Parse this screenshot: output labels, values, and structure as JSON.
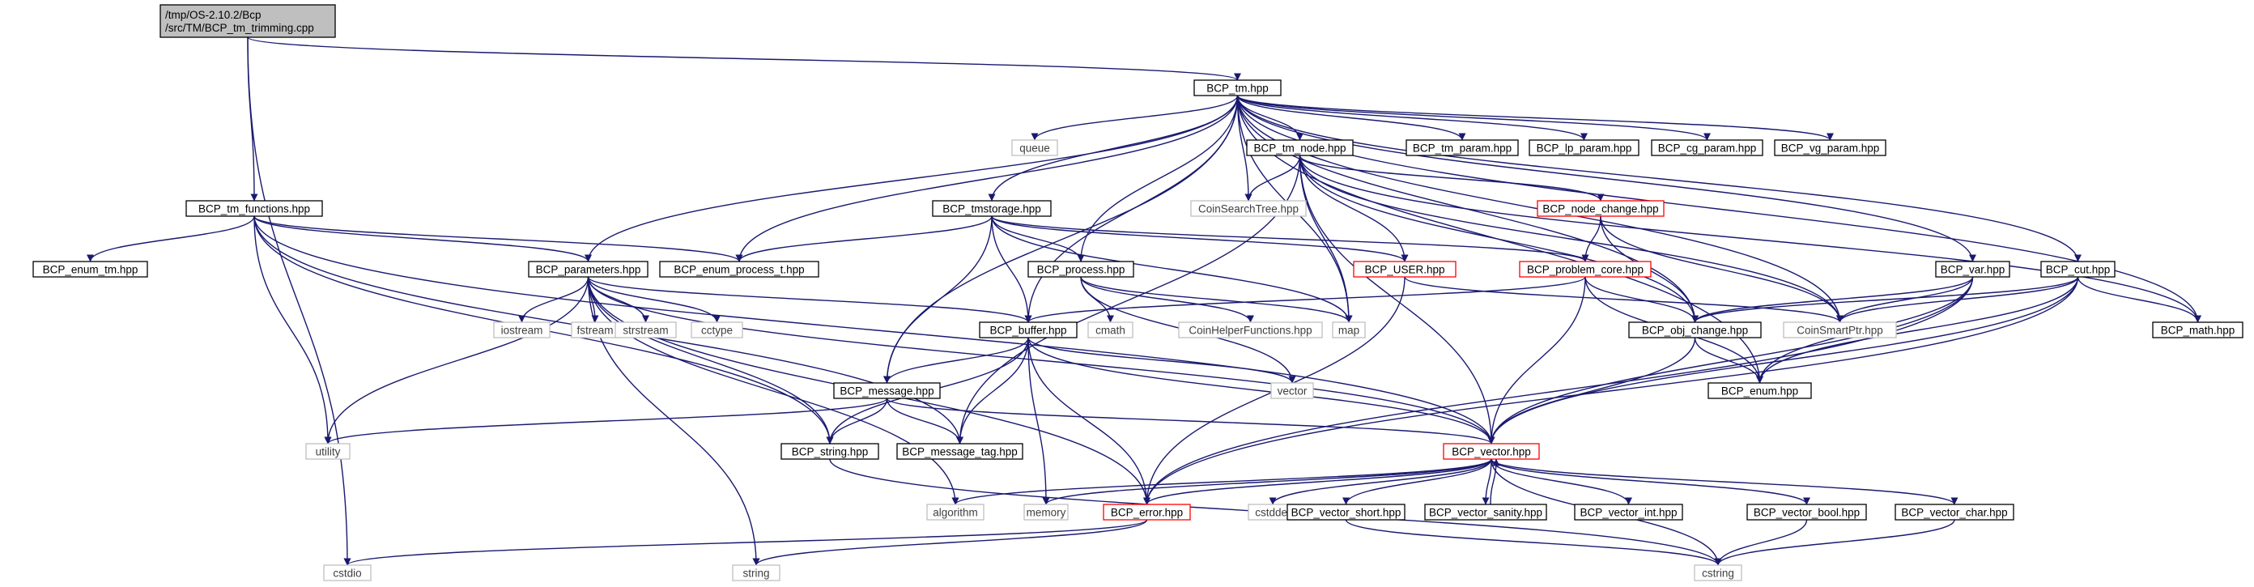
{
  "colors": {
    "edge": "#191970",
    "root_fill": "#bfbfbf",
    "truncated_border": "#ff0000",
    "system_border": "#bfbfbf",
    "node_border": "#000000"
  },
  "nodes": [
    {
      "id": "root",
      "kind": "root",
      "lines": [
        "/tmp/OS-2.10.2/Bcp",
        "/src/TM/BCP_tm_trimming.cpp"
      ]
    },
    {
      "id": "tm",
      "kind": "hdr",
      "lines": [
        "BCP_tm.hpp"
      ]
    },
    {
      "id": "tmfun",
      "kind": "hdr",
      "lines": [
        "BCP_tm_functions.hpp"
      ]
    },
    {
      "id": "enumtm",
      "kind": "hdr",
      "lines": [
        "BCP_enum_tm.hpp"
      ]
    },
    {
      "id": "params",
      "kind": "hdr",
      "lines": [
        "BCP_parameters.hpp"
      ]
    },
    {
      "id": "enumproc",
      "kind": "hdr",
      "lines": [
        "BCP_enum_process_t.hpp"
      ]
    },
    {
      "id": "tmstorage",
      "kind": "hdr",
      "lines": [
        "BCP_tmstorage.hpp"
      ]
    },
    {
      "id": "queue",
      "kind": "sys",
      "lines": [
        "queue"
      ]
    },
    {
      "id": "tmnode",
      "kind": "hdr",
      "lines": [
        "BCP_tm_node.hpp"
      ]
    },
    {
      "id": "cst",
      "kind": "sys",
      "lines": [
        "CoinSearchTree.hpp"
      ]
    },
    {
      "id": "tmparam",
      "kind": "hdr",
      "lines": [
        "BCP_tm_param.hpp"
      ]
    },
    {
      "id": "lpparam",
      "kind": "hdr",
      "lines": [
        "BCP_lp_param.hpp"
      ]
    },
    {
      "id": "cgparam",
      "kind": "hdr",
      "lines": [
        "BCP_cg_param.hpp"
      ]
    },
    {
      "id": "vgparam",
      "kind": "hdr",
      "lines": [
        "BCP_vg_param.hpp"
      ]
    },
    {
      "id": "nodechange",
      "kind": "trunc",
      "lines": [
        "BCP_node_change.hpp"
      ]
    },
    {
      "id": "probcore",
      "kind": "trunc",
      "lines": [
        "BCP_problem_core.hpp"
      ]
    },
    {
      "id": "user",
      "kind": "trunc",
      "lines": [
        "BCP_USER.hpp"
      ]
    },
    {
      "id": "process",
      "kind": "hdr",
      "lines": [
        "BCP_process.hpp"
      ]
    },
    {
      "id": "var",
      "kind": "hdr",
      "lines": [
        "BCP_var.hpp"
      ]
    },
    {
      "id": "cut",
      "kind": "hdr",
      "lines": [
        "BCP_cut.hpp"
      ]
    },
    {
      "id": "math",
      "kind": "hdr",
      "lines": [
        "BCP_math.hpp"
      ]
    },
    {
      "id": "csp",
      "kind": "sys",
      "lines": [
        "CoinSmartPtr.hpp"
      ]
    },
    {
      "id": "iostream",
      "kind": "sys",
      "lines": [
        "iostream"
      ]
    },
    {
      "id": "fstream",
      "kind": "sys",
      "lines": [
        "fstream"
      ]
    },
    {
      "id": "strstream",
      "kind": "sys",
      "lines": [
        "strstream"
      ]
    },
    {
      "id": "cctype",
      "kind": "sys",
      "lines": [
        "cctype"
      ]
    },
    {
      "id": "cmath",
      "kind": "sys",
      "lines": [
        "cmath"
      ]
    },
    {
      "id": "chf",
      "kind": "sys",
      "lines": [
        "CoinHelperFunctions.hpp"
      ]
    },
    {
      "id": "map",
      "kind": "sys",
      "lines": [
        "map"
      ]
    },
    {
      "id": "buffer",
      "kind": "hdr",
      "lines": [
        "BCP_buffer.hpp"
      ]
    },
    {
      "id": "objchange",
      "kind": "hdr",
      "lines": [
        "BCP_obj_change.hpp"
      ]
    },
    {
      "id": "vector",
      "kind": "sys",
      "lines": [
        "vector"
      ]
    },
    {
      "id": "message",
      "kind": "hdr",
      "lines": [
        "BCP_message.hpp"
      ]
    },
    {
      "id": "enum",
      "kind": "hdr",
      "lines": [
        "BCP_enum.hpp"
      ]
    },
    {
      "id": "utility",
      "kind": "sys",
      "lines": [
        "utility"
      ]
    },
    {
      "id": "string_h",
      "kind": "hdr",
      "lines": [
        "BCP_string.hpp"
      ]
    },
    {
      "id": "msgtag",
      "kind": "hdr",
      "lines": [
        "BCP_message_tag.hpp"
      ]
    },
    {
      "id": "bvector",
      "kind": "trunc",
      "lines": [
        "BCP_vector.hpp"
      ]
    },
    {
      "id": "algorithm",
      "kind": "sys",
      "lines": [
        "algorithm"
      ]
    },
    {
      "id": "memory",
      "kind": "sys",
      "lines": [
        "memory"
      ]
    },
    {
      "id": "error",
      "kind": "trunc",
      "lines": [
        "BCP_error.hpp"
      ]
    },
    {
      "id": "cstddef",
      "kind": "sys",
      "lines": [
        "cstddef"
      ]
    },
    {
      "id": "vshort",
      "kind": "hdr",
      "lines": [
        "BCP_vector_short.hpp"
      ]
    },
    {
      "id": "vsanity",
      "kind": "hdr",
      "lines": [
        "BCP_vector_sanity.hpp"
      ]
    },
    {
      "id": "vint",
      "kind": "hdr",
      "lines": [
        "BCP_vector_int.hpp"
      ]
    },
    {
      "id": "vbool",
      "kind": "hdr",
      "lines": [
        "BCP_vector_bool.hpp"
      ]
    },
    {
      "id": "vchar",
      "kind": "hdr",
      "lines": [
        "BCP_vector_char.hpp"
      ]
    },
    {
      "id": "cstdio",
      "kind": "sys",
      "lines": [
        "cstdio"
      ]
    },
    {
      "id": "string",
      "kind": "sys",
      "lines": [
        "string"
      ]
    },
    {
      "id": "cstring",
      "kind": "sys",
      "lines": [
        "cstring"
      ]
    }
  ],
  "edges": [
    [
      "root",
      "tm"
    ],
    [
      "root",
      "tmfun"
    ],
    [
      "root",
      "cstdio"
    ],
    [
      "tm",
      "queue"
    ],
    [
      "tm",
      "tmnode"
    ],
    [
      "tm",
      "cst"
    ],
    [
      "tm",
      "tmparam"
    ],
    [
      "tm",
      "lpparam"
    ],
    [
      "tm",
      "cgparam"
    ],
    [
      "tm",
      "vgparam"
    ],
    [
      "tm",
      "tmstorage"
    ],
    [
      "tm",
      "params"
    ],
    [
      "tm",
      "enumproc"
    ],
    [
      "tm",
      "process"
    ],
    [
      "tm",
      "buffer"
    ],
    [
      "tm",
      "message"
    ],
    [
      "tm",
      "map"
    ],
    [
      "tm",
      "var"
    ],
    [
      "tm",
      "cut"
    ],
    [
      "tm",
      "math"
    ],
    [
      "tm",
      "csp"
    ],
    [
      "tm",
      "objchange"
    ],
    [
      "tm",
      "enum"
    ],
    [
      "tmfun",
      "enumtm"
    ],
    [
      "tmfun",
      "params"
    ],
    [
      "tmfun",
      "enumproc"
    ],
    [
      "tmfun",
      "utility"
    ],
    [
      "tmfun",
      "string_h"
    ],
    [
      "tmfun",
      "bvector"
    ],
    [
      "tmfun",
      "msgtag"
    ],
    [
      "tmnode",
      "cst"
    ],
    [
      "tmnode",
      "nodechange"
    ],
    [
      "tmnode",
      "user"
    ],
    [
      "tmnode",
      "map"
    ],
    [
      "tmnode",
      "bvector"
    ],
    [
      "tmnode",
      "msgtag"
    ],
    [
      "tmnode",
      "math"
    ],
    [
      "tmnode",
      "csp"
    ],
    [
      "tmnode",
      "objchange"
    ],
    [
      "tmstorage",
      "enumproc"
    ],
    [
      "tmstorage",
      "process"
    ],
    [
      "tmstorage",
      "buffer"
    ],
    [
      "tmstorage",
      "message"
    ],
    [
      "tmstorage",
      "map"
    ],
    [
      "tmstorage",
      "user"
    ],
    [
      "tmstorage",
      "probcore"
    ],
    [
      "nodechange",
      "probcore"
    ],
    [
      "nodechange",
      "objchange"
    ],
    [
      "nodechange",
      "csp"
    ],
    [
      "probcore",
      "buffer"
    ],
    [
      "probcore",
      "objchange"
    ],
    [
      "probcore",
      "enum"
    ],
    [
      "probcore",
      "bvector"
    ],
    [
      "user",
      "error"
    ],
    [
      "user",
      "csp"
    ],
    [
      "params",
      "iostream"
    ],
    [
      "params",
      "fstream"
    ],
    [
      "params",
      "strstream"
    ],
    [
      "params",
      "cctype"
    ],
    [
      "params",
      "utility"
    ],
    [
      "params",
      "string"
    ],
    [
      "params",
      "algorithm"
    ],
    [
      "params",
      "string_h"
    ],
    [
      "params",
      "buffer"
    ],
    [
      "params",
      "error"
    ],
    [
      "params",
      "bvector"
    ],
    [
      "process",
      "cmath"
    ],
    [
      "process",
      "chf"
    ],
    [
      "process",
      "map"
    ],
    [
      "process",
      "vector"
    ],
    [
      "buffer",
      "vector"
    ],
    [
      "buffer",
      "message"
    ],
    [
      "buffer",
      "string_h"
    ],
    [
      "buffer",
      "msgtag"
    ],
    [
      "buffer",
      "memory"
    ],
    [
      "buffer",
      "error"
    ],
    [
      "buffer",
      "bvector"
    ],
    [
      "message",
      "utility"
    ],
    [
      "message",
      "string_h"
    ],
    [
      "message",
      "msgtag"
    ],
    [
      "message",
      "bvector"
    ],
    [
      "string_h",
      "cstring"
    ],
    [
      "objchange",
      "enum"
    ],
    [
      "objchange",
      "bvector"
    ],
    [
      "var",
      "objchange"
    ],
    [
      "var",
      "enum"
    ],
    [
      "var",
      "bvector"
    ],
    [
      "var",
      "csp"
    ],
    [
      "var",
      "error"
    ],
    [
      "cut",
      "objchange"
    ],
    [
      "cut",
      "enum"
    ],
    [
      "cut",
      "bvector"
    ],
    [
      "cut",
      "csp"
    ],
    [
      "cut",
      "error"
    ],
    [
      "cut",
      "math"
    ],
    [
      "bvector",
      "algorithm"
    ],
    [
      "bvector",
      "memory"
    ],
    [
      "bvector",
      "error"
    ],
    [
      "bvector",
      "cstddef"
    ],
    [
      "bvector",
      "vshort"
    ],
    [
      "bvector",
      "vsanity"
    ],
    [
      "bvector",
      "vint"
    ],
    [
      "bvector",
      "vbool"
    ],
    [
      "bvector",
      "vchar"
    ],
    [
      "bvector",
      "cstring"
    ],
    [
      "vsanity",
      "bvector"
    ],
    [
      "vshort",
      "cstring"
    ],
    [
      "vbool",
      "cstring"
    ],
    [
      "vchar",
      "cstring"
    ],
    [
      "error",
      "cstdio"
    ],
    [
      "error",
      "string"
    ]
  ]
}
